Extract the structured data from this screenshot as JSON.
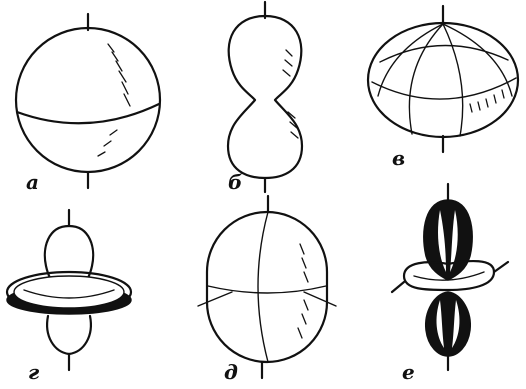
{
  "figure": {
    "labels": {
      "a": "а",
      "b": "б",
      "c": "в",
      "d": "г",
      "e": "д",
      "f": "е"
    }
  }
}
